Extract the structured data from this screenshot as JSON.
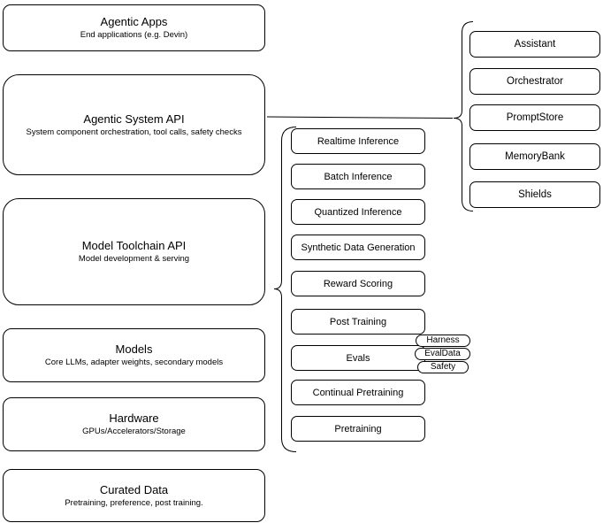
{
  "diagram": {
    "left_column": {
      "boxes": [
        {
          "title": "Agentic Apps",
          "subtitle": "End applications (e.g. Devin)"
        },
        {
          "title": "Agentic System API",
          "subtitle": "System component orchestration, tool calls, safety checks"
        },
        {
          "title": "Model Toolchain API",
          "subtitle": "Model development & serving"
        },
        {
          "title": "Models",
          "subtitle": "Core LLMs, adapter weights, secondary models"
        },
        {
          "title": "Hardware",
          "subtitle": "GPUs/Accelerators/Storage"
        },
        {
          "title": "Curated Data",
          "subtitle": "Pretraining, preference, post training."
        }
      ]
    },
    "toolchain_group": {
      "items": [
        "Realtime Inference",
        "Batch Inference",
        "Quantized Inference",
        "Synthetic Data Generation",
        "Reward Scoring",
        "Post Training",
        "Evals",
        "Continual Pretraining",
        "Pretraining"
      ],
      "evals_tags": [
        "Harness",
        "EvalData",
        "Safety"
      ]
    },
    "system_group": {
      "items": [
        "Assistant",
        "Orchestrator",
        "PromptStore",
        "MemoryBank",
        "Shields"
      ]
    },
    "colors": {
      "stroke": "#000000",
      "background": "#ffffff",
      "box_fill": "#ffffff"
    }
  }
}
